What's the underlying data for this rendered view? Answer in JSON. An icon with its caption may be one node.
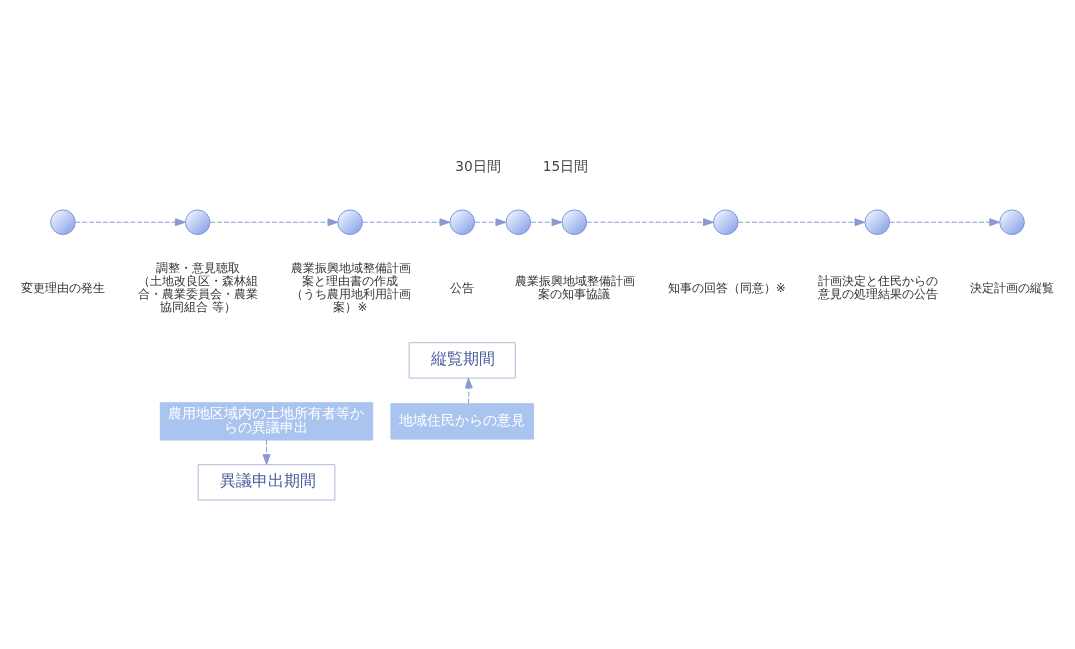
{
  "diagram": {
    "nodes": [
      {
        "text": [],
        "shape": "circle",
        "beside": [
          "変更理由の発生"
        ]
      },
      {
        "text": [],
        "shape": "circle",
        "beside": [
          "調整・意見聴取",
          "（土地改良区・森林組合・農業委員会・農業協同組合 等）"
        ]
      },
      {
        "text": [],
        "shape": "circle",
        "beside": [
          "農業振興地域整備計画案と理由書の作成",
          "（うち農用地利用計画案）※"
        ]
      },
      {
        "text": [],
        "shape": "circle",
        "beside": [
          "公告"
        ]
      },
      {
        "text": [],
        "shape": "circle"
      },
      {
        "text": [],
        "shape": "circle",
        "beside": [
          "農業振興地域整備計画案の知事協議"
        ]
      },
      {
        "text": [],
        "shape": "circle",
        "beside": [
          "知事の回答（同意）※"
        ]
      },
      {
        "text": [],
        "shape": "circle",
        "beside": [
          "計画決定と住民からの意見の処理結果の公告"
        ]
      },
      {
        "text": [],
        "shape": "circle",
        "beside": [
          "決定計画の縦覧"
        ]
      },
      {
        "text": [
          "縦覧期間"
        ]
      },
      {
        "text": [
          "地域住民からの意見"
        ]
      },
      {
        "text": [
          "異議申出期間"
        ]
      },
      {
        "text": [
          "農用地区域内の土地所有者等からの異議申出"
        ]
      }
    ],
    "edges": [
      {
        "from": 0,
        "to": 1,
        "arrow": "to",
        "style": "dashed"
      },
      {
        "from": 1,
        "to": 2,
        "arrow": "to",
        "style": "dashed"
      },
      {
        "from": 2,
        "to": 3,
        "arrow": "to",
        "style": "dashed"
      },
      {
        "from": 3,
        "to": 4,
        "arrow": "to",
        "style": "dashed"
      },
      {
        "from": 4,
        "to": 5,
        "arrow": "to",
        "style": "dashed"
      },
      {
        "from": 5,
        "to": 6,
        "arrow": "to",
        "style": "dashed"
      },
      {
        "from": 6,
        "to": 7,
        "arrow": "to",
        "style": "dashed"
      },
      {
        "from": 7,
        "to": 8,
        "arrow": "to",
        "style": "dashed"
      },
      {
        "from": 10,
        "to": 9,
        "arrow": "to",
        "style": "dashed"
      },
      {
        "from": 12,
        "to": 11,
        "arrow": "to",
        "style": "dashed"
      }
    ],
    "labels": [
      "30日間",
      "15日間"
    ]
  }
}
